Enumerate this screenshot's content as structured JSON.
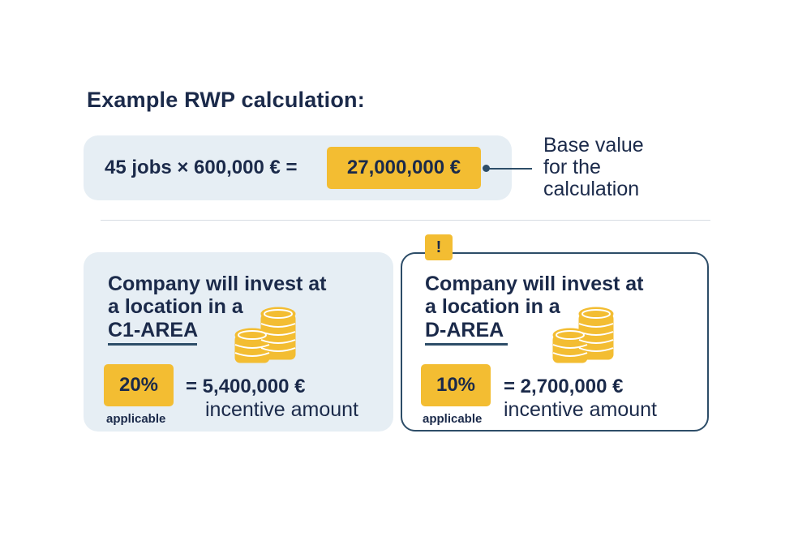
{
  "title": "Example RWP calculation:",
  "formula": {
    "expression": "45 jobs × 600,000 € =",
    "result": "27,000,000 €",
    "note_lines": [
      "Base value",
      "for the",
      "calculation"
    ]
  },
  "cards": [
    {
      "heading_lines": [
        "Company will invest at",
        "a location in a"
      ],
      "area": "C1-AREA",
      "percent": "20%",
      "applicable_label": "applicable",
      "amount": "= 5,400,000 €",
      "amount_label": "incentive amount",
      "icon": "coins-icon"
    },
    {
      "heading_lines": [
        "Company will invest at",
        "a location in a"
      ],
      "area": "D-AREA",
      "percent": "10%",
      "applicable_label": "applicable",
      "amount": "= 2,700,000 €",
      "amount_label": "incentive amount",
      "icon": "coins-icon",
      "warning": "!"
    }
  ],
  "colors": {
    "navy": "#1b2a4a",
    "accent_yellow": "#f3bd32",
    "light_panel": "#e6eef4",
    "border_blue": "#2d4d68"
  }
}
